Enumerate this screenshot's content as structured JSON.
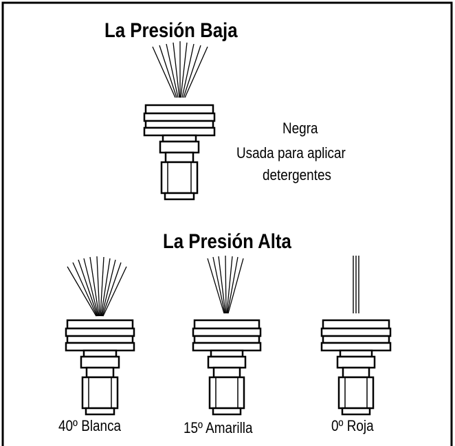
{
  "low_pressure": {
    "title": "La Presión Baja",
    "nozzle": {
      "color": "Negra",
      "usage_line1": "Usada para aplicar",
      "usage_line2": "detergentes"
    }
  },
  "high_pressure": {
    "title": "La Presión Alta",
    "nozzles": [
      {
        "label": "40º Blanca"
      },
      {
        "label": "15º Amarilla"
      },
      {
        "label": "0º Roja"
      }
    ]
  },
  "colors": {
    "line": "#000000",
    "background": "#ffffff"
  }
}
